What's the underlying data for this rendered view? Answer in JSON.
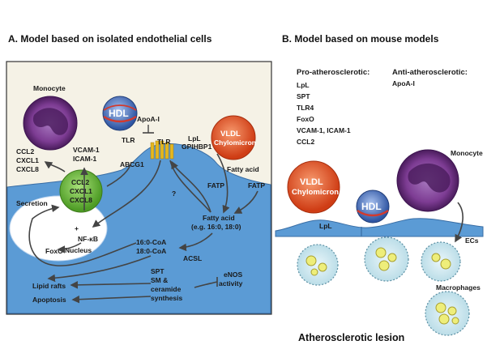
{
  "panel_a": {
    "title": "A.  Model based on isolated endothelial cells",
    "monocyte": "Monocyte",
    "hdl": "HDL",
    "apoa1": "ApoA-I",
    "vldl_1": "VLDL",
    "vldl_2": "Chylomicron",
    "lpl": "LpL",
    "gpihbp1": "GPIHBP1",
    "fatty_acid_out": "Fatty acid",
    "fatp_1": "FATP",
    "fatp_2": "FATP",
    "tlr_1": "TLR",
    "tlr_2": "TLR",
    "ccl2_out": "CCL2",
    "cxcl1_out": "CXCL1",
    "cxcl8_out": "CXCL8",
    "vcam": "VCAM-1",
    "icam": "ICAM-1",
    "abcg1": "ABCG1",
    "question": "?",
    "ccl2_in": "CCL2",
    "cxcl1_in": "CXCL1",
    "cxcl8_in": "CXCL8",
    "secretion": "Secretion",
    "plus": "+",
    "nfkb": "NF-κB",
    "foxo": "FoxO",
    "nucleus": "Nucleus",
    "fatty_acid_in_1": "Fatty acid",
    "fatty_acid_in_2": "(e.g. 16:0, 18:0)",
    "coa_1": "16:0-CoA",
    "coa_2": "18:0-CoA",
    "acsl": "ACSL",
    "spt_1": "SPT",
    "spt_2": "SM &",
    "spt_3": "ceramide",
    "spt_4": "synthesis",
    "enos_1": "eNOS",
    "enos_2": "activity",
    "lipid_rafts": "Lipid rafts",
    "apoptosis": "Apoptosis"
  },
  "panel_b": {
    "title": "B.  Model based on mouse models",
    "pro_title": "Pro-atherosclerotic:",
    "pro_items": [
      "LpL",
      "SPT",
      "TLR4",
      "FoxO",
      "VCAM-1, ICAM-1",
      "CCL2"
    ],
    "anti_title": "Anti-atherosclerotic:",
    "anti_items": [
      "ApoA-I"
    ],
    "vldl_1": "VLDL",
    "vldl_2": "Chylomicron",
    "hdl": "HDL",
    "lpl": "LpL",
    "monocyte": "Monocyte",
    "ecs": "ECs",
    "macrophages": "Macrophages",
    "lesion": "Atherosclerotic lesion"
  },
  "colors": {
    "cell_blue": "#5b9bd5",
    "monocyte_purple": "#6b2c7e",
    "hdl_blue": "#3f68b0",
    "vldl_orange": "#e8502a",
    "chemokine_green": "#6cbf3b",
    "tlr_yellow": "#e6b820",
    "background_beige": "#f5f2e6"
  }
}
